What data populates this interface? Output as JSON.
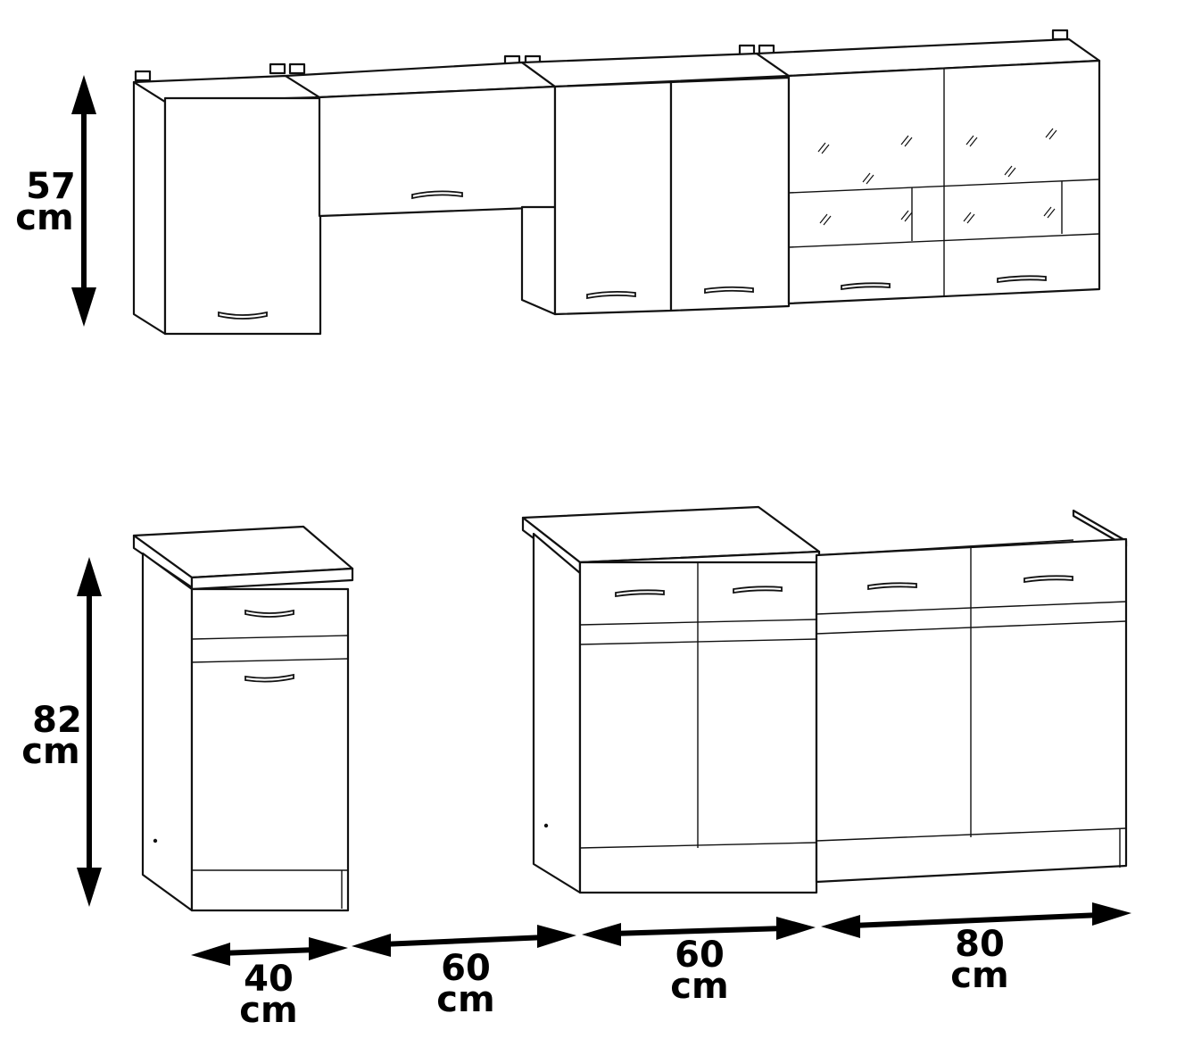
{
  "dimensions": {
    "upper_height": {
      "value": "57",
      "unit": "cm"
    },
    "lower_height": {
      "value": "82",
      "unit": "cm"
    },
    "widths": [
      {
        "value": "40",
        "unit": "cm"
      },
      {
        "value": "60",
        "unit": "cm"
      },
      {
        "value": "60",
        "unit": "cm"
      },
      {
        "value": "80",
        "unit": "cm"
      }
    ]
  },
  "colors": {
    "line": "#111111",
    "background": "#ffffff",
    "arrow": "#000000"
  }
}
